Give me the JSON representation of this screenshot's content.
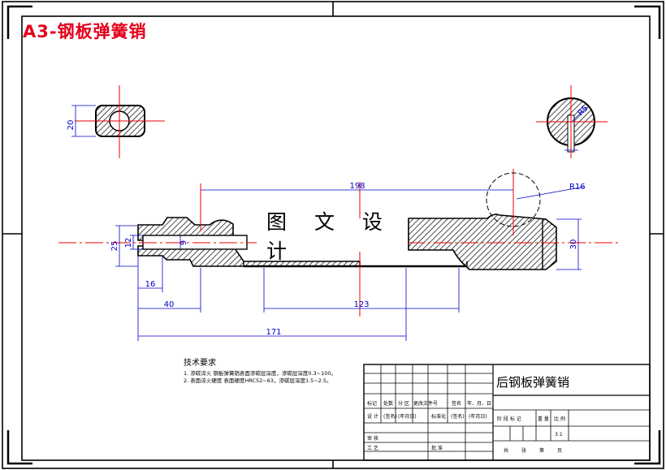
{
  "drawing_title": "A3-钢板弹簧销",
  "watermark": "图 文 设 计",
  "views": {
    "left_section": {
      "dimension": "20"
    },
    "right_section": {
      "dimension": "R5"
    }
  },
  "dimensions": {
    "overall_top": "198",
    "radius": "R16",
    "diameter_left": "25",
    "bore": "12",
    "hole": "9",
    "diameter_right": "30",
    "end_length": "16",
    "shoulder_length": "40",
    "groove_length": "123",
    "total_length": "171"
  },
  "technical_requirements": {
    "heading": "技术要求",
    "items": [
      "1. 渗碳淬火 钢板弹簧销表面渗碳层深度，渗碳层深度0.3~100。",
      "2. 表面淬火硬度 表面硬度HRC52~63，渗碳层深度1.5~2.5。"
    ]
  },
  "title_block": {
    "part_name": "后钢板弹簧销",
    "row_headers": [
      "标记",
      "处数",
      "分 区",
      "更改文件号",
      "签名",
      "年、月、日"
    ],
    "design_row": [
      "设 计",
      "(签名)",
      "(年月日)",
      "标准化",
      "(签名)",
      "(年月日)"
    ],
    "review": "审 核",
    "process": "工 艺",
    "approve": "批 准",
    "stage_headers": [
      "阶 段 标 记",
      "重 量",
      "比 例"
    ],
    "scale": "3:1",
    "sheets": [
      "共",
      "张",
      "第",
      "页"
    ]
  }
}
